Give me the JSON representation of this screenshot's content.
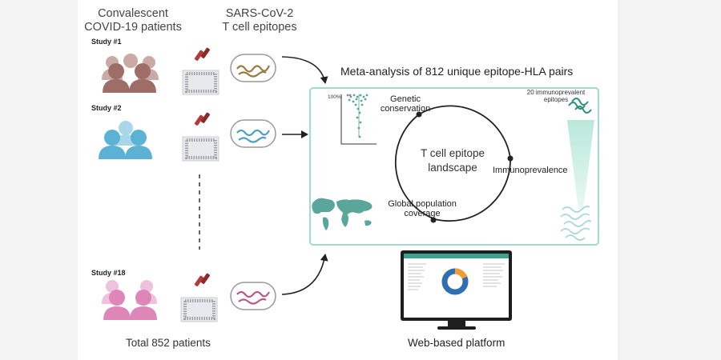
{
  "headers": {
    "patients": "Convalescent\nCOVID-19 patients",
    "epitopes": "SARS-CoV-2\nT cell epitopes",
    "meta": "Meta-analysis of 812 unique epitope-HLA pairs"
  },
  "studies": [
    {
      "label": "Study #1",
      "color": "#9e6d66"
    },
    {
      "label": "Study #2",
      "color": "#5bb2d4"
    },
    {
      "label": "Study #18",
      "color": "#df86b8"
    }
  ],
  "total": "Total 852 patients",
  "platform": "Web-based platform",
  "landscape": {
    "center": "T cell epitope\nlandscape",
    "genetic": "Genetic\nconservation",
    "immuno": "Immunoprevalence",
    "global": "Global population\ncoverage",
    "percent": "100%",
    "immunoprevalent": "20 immunoprevalent\nepitopes"
  },
  "colors": {
    "teal": "#5aa69a",
    "box_border": "#a5d8cf",
    "dark": "#222222"
  }
}
